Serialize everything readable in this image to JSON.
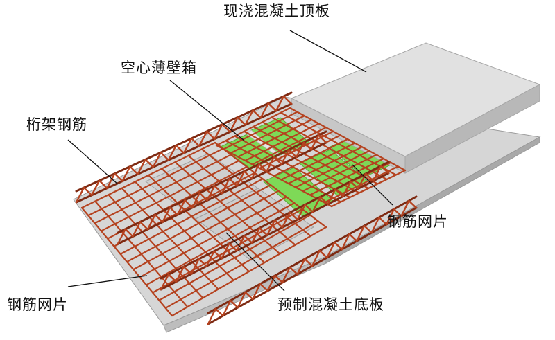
{
  "labels": {
    "cast_in_place_top_slab": "现浇混凝土顶板",
    "thin_wall_hollow_box": "空心薄壁箱",
    "truss_rebar": "桁架钢筋",
    "rebar_mesh_right": "钢筋网片",
    "rebar_mesh_left": "钢筋网片",
    "precast_bottom_slab": "预制混凝土底板"
  },
  "colors": {
    "rebar": "#b5421f",
    "rebar_dark": "#7e2a12",
    "box_green": "#7ed957",
    "slab_top": "#d9d9d9",
    "slab_side": "#a8a8a8",
    "slab_front": "#c4c4c4",
    "leader": "#111111"
  }
}
